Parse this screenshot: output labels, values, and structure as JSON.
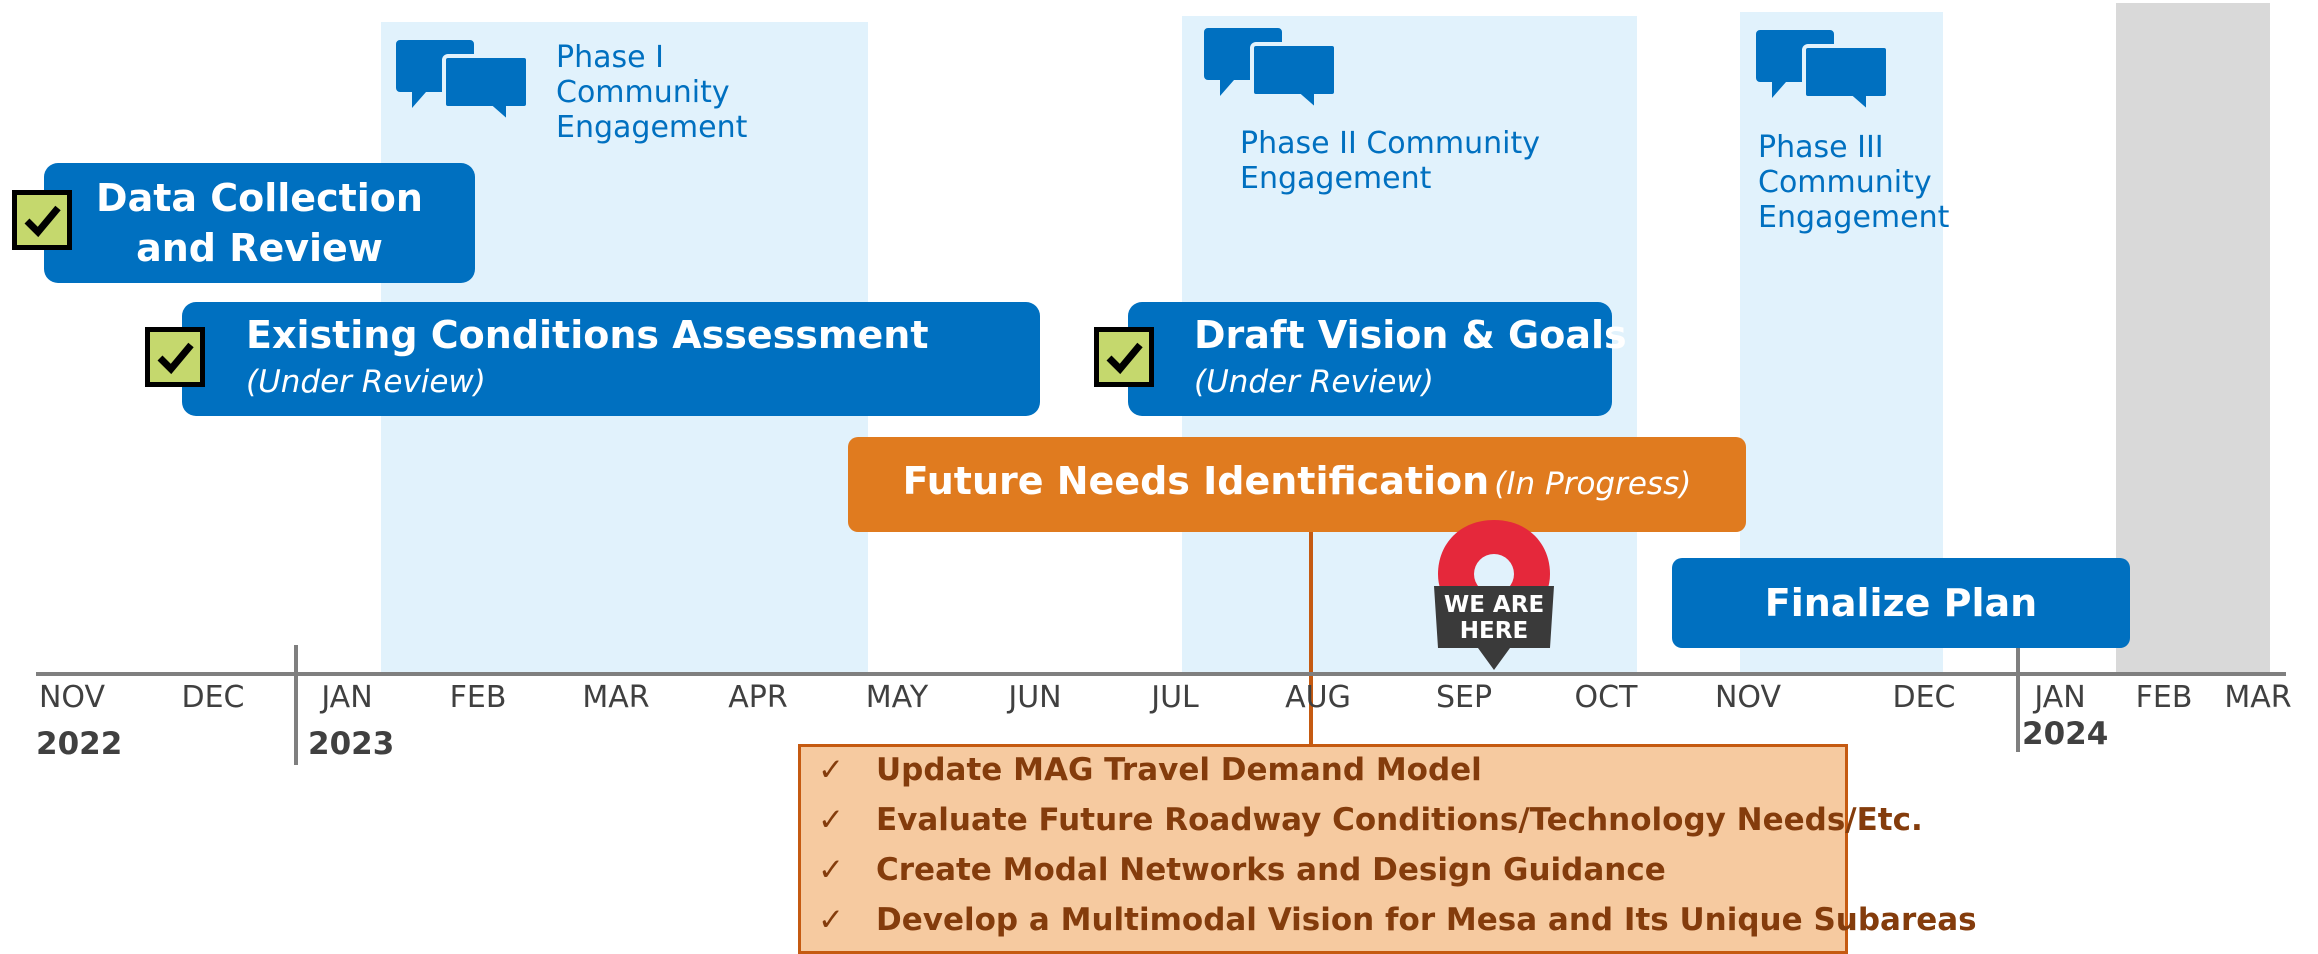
{
  "phases": [
    {
      "label_lines": [
        "Phase I",
        "Community",
        "Engagement"
      ]
    },
    {
      "label_lines": [
        "Phase II Community",
        "Engagement"
      ]
    },
    {
      "label_lines": [
        "Phase III",
        "Community",
        "Engagement"
      ]
    }
  ],
  "tasks": {
    "data_collection": {
      "title_lines": [
        "Data Collection",
        "and Review"
      ]
    },
    "existing_conditions": {
      "title": "Existing Conditions Assessment",
      "status": "(Under Review)"
    },
    "draft_vision": {
      "title": "Draft Vision & Goals",
      "status": "(Under Review)"
    },
    "future_needs": {
      "title": "Future Needs Identification",
      "status": "(In Progress)"
    },
    "finalize": {
      "title": "Finalize Plan"
    }
  },
  "marker": {
    "lines": [
      "WE ARE",
      "HERE"
    ]
  },
  "timeline": {
    "months": [
      "NOV",
      "DEC",
      "JAN",
      "FEB",
      "MAR",
      "APR",
      "MAY",
      "JUN",
      "JUL",
      "AUG",
      "SEP",
      "OCT",
      "NOV",
      "DEC",
      "JAN",
      "FEB",
      "MAR"
    ],
    "years": [
      "2022",
      "2023",
      "2024"
    ]
  },
  "future_needs_items": [
    "Update MAG Travel Demand Model",
    "Evaluate Future Roadway Conditions/Technology Needs/Etc.",
    "Create Modal Networks and Design Guidance",
    "Develop a Multimodal Vision for Mesa and Its Unique Subareas"
  ],
  "tick_symbol": "✓",
  "colors": {
    "task_blue": "#0070c0",
    "future_orange": "#e07b1f",
    "engagement_band": "#e1f2fc",
    "check_green": "#c5d86d",
    "marker_red": "#e5283b",
    "list_fill": "#f6caa0",
    "list_text": "#843c0c"
  }
}
